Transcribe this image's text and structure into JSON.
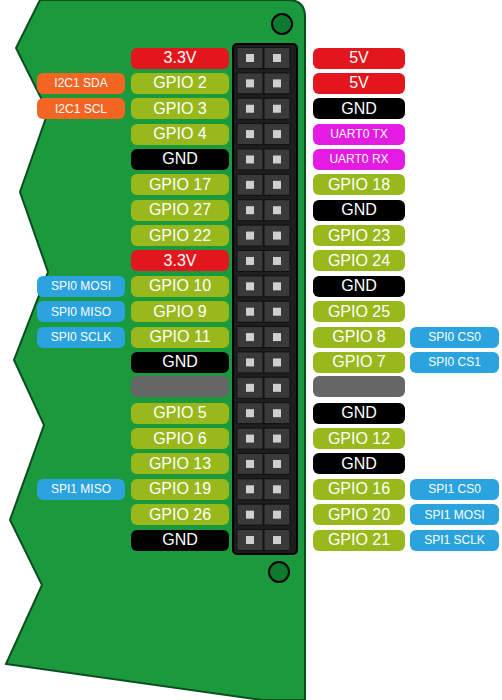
{
  "diagram": {
    "nodes": [
      {
        "text": [
          "3.3V"
        ]
      },
      {
        "text": [
          "5V"
        ]
      },
      {
        "text": [
          "I2C1 SDA"
        ]
      },
      {
        "text": [
          "GPIO 2"
        ]
      },
      {
        "text": [
          "5V"
        ]
      },
      {
        "text": [
          "I2C1 SCL"
        ]
      },
      {
        "text": [
          "GPIO 3"
        ]
      },
      {
        "text": [
          "GND"
        ]
      },
      {
        "text": [
          "GPIO 4"
        ]
      },
      {
        "text": [
          "UART0 TX"
        ]
      },
      {
        "text": [
          "GND"
        ]
      },
      {
        "text": [
          "UART0 RX"
        ]
      },
      {
        "text": [
          "GPIO 17"
        ]
      },
      {
        "text": [
          "GPIO 18"
        ]
      },
      {
        "text": [
          "GPIO 27"
        ]
      },
      {
        "text": [
          "GND"
        ]
      },
      {
        "text": [
          "GPIO 22"
        ]
      },
      {
        "text": [
          "GPIO 23"
        ]
      },
      {
        "text": [
          "3.3V"
        ]
      },
      {
        "text": [
          "GPIO 24"
        ]
      },
      {
        "text": [
          "SPI0 MOSI"
        ]
      },
      {
        "text": [
          "GPIO 10"
        ]
      },
      {
        "text": [
          "GND"
        ]
      },
      {
        "text": [
          "SPI0 MISO"
        ]
      },
      {
        "text": [
          "GPIO 9"
        ]
      },
      {
        "text": [
          "GPIO 25"
        ]
      },
      {
        "text": [
          "SPI0 SCLK"
        ]
      },
      {
        "text": [
          "GPIO 11"
        ]
      },
      {
        "text": [
          "GPIO 8"
        ]
      },
      {
        "text": [
          "SPI0 CS0"
        ]
      },
      {
        "text": [
          "GND"
        ]
      },
      {
        "text": [
          "GPIO 7"
        ]
      },
      {
        "text": [
          "SPI0 CS1"
        ]
      },
      {
        "text": [
          "GPIO 5"
        ]
      },
      {
        "text": [
          "GND"
        ]
      },
      {
        "text": [
          "GPIO 6"
        ]
      },
      {
        "text": [
          "GPIO 12"
        ]
      },
      {
        "text": [
          "GPIO 13"
        ]
      },
      {
        "text": [
          "GND"
        ]
      },
      {
        "text": [
          "SPI1 MISO"
        ]
      },
      {
        "text": [
          "GPIO 19"
        ]
      },
      {
        "text": [
          "GPIO 16"
        ]
      },
      {
        "text": [
          "SPI1 CS0"
        ]
      },
      {
        "text": [
          "GPIO 26"
        ]
      },
      {
        "text": [
          "GPIO 20"
        ]
      },
      {
        "text": [
          "SPI1 MOSI"
        ]
      },
      {
        "text": [
          "GND"
        ]
      },
      {
        "text": [
          "GPIO 21"
        ]
      },
      {
        "text": [
          "SPI1 SCLK"
        ]
      }
    ]
  }
}
